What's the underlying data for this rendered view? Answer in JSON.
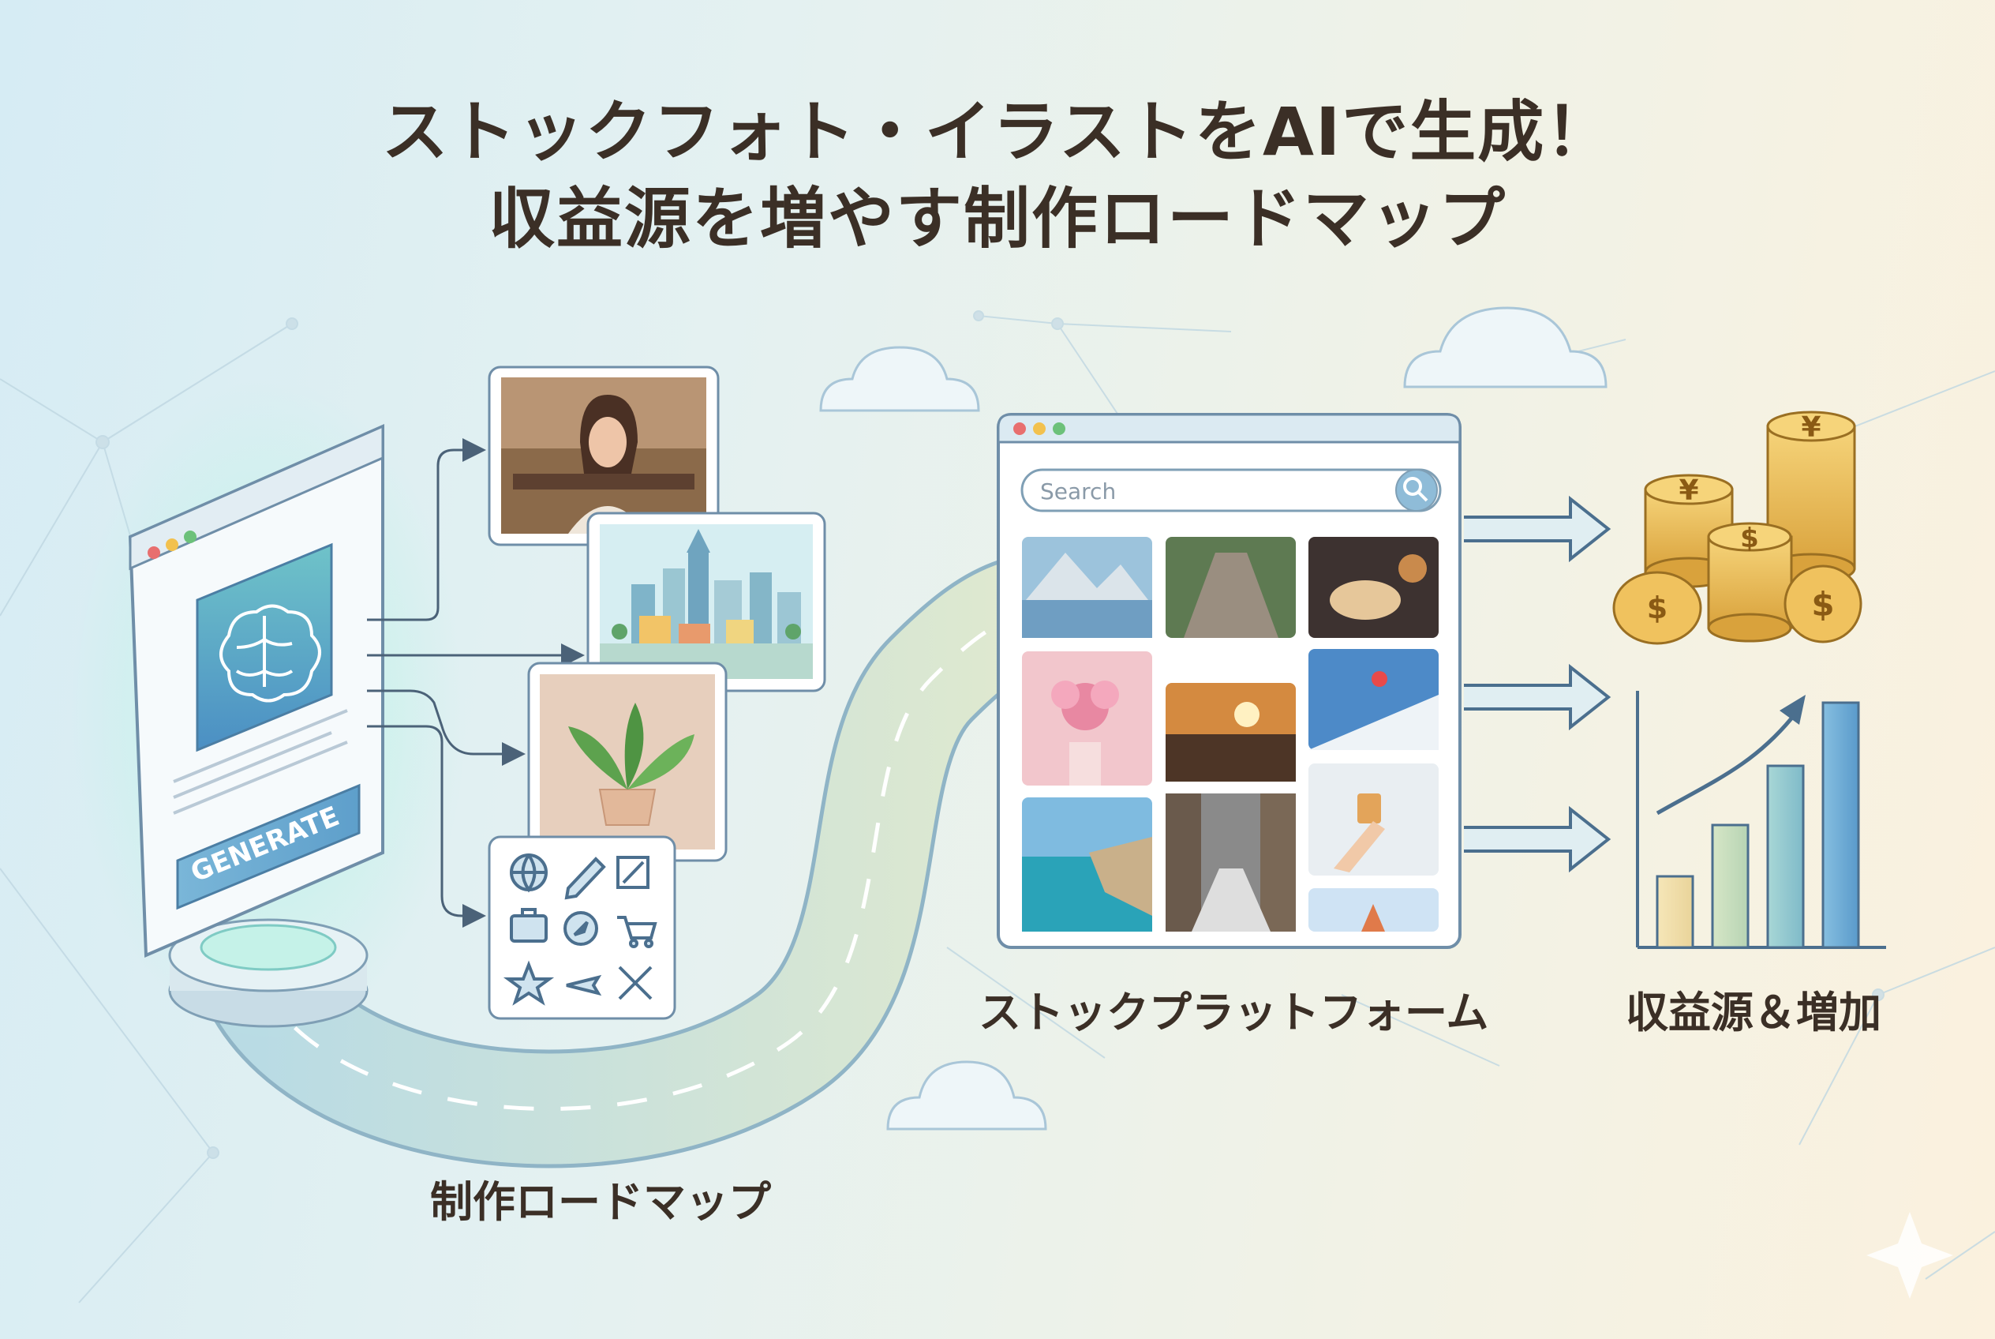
{
  "title": {
    "line1": "ストックフォト・イラストをAIで生成！",
    "line2": "収益源を増やす制作ロードマップ"
  },
  "generator": {
    "button_label": "GENERATE",
    "icon": "brain-icon"
  },
  "platform": {
    "search_placeholder": "Search",
    "label": "ストックプラットフォーム"
  },
  "roadmap_label": "制作ロードマップ",
  "revenue_label": "収益源＆増加",
  "coin_symbols": {
    "yen": "¥",
    "dollar": "$"
  },
  "illustration_icons": [
    "globe-icon",
    "pencil-icon",
    "crop-icon",
    "briefcase-icon",
    "compass-icon",
    "cart-icon",
    "star-icon",
    "airplane-icon",
    "tools-icon"
  ],
  "colors": {
    "accent_blue": "#5b8db8",
    "road": "#c7dfe0",
    "coin_gold": "#e8b84a",
    "title_text": "#3b2f26"
  }
}
